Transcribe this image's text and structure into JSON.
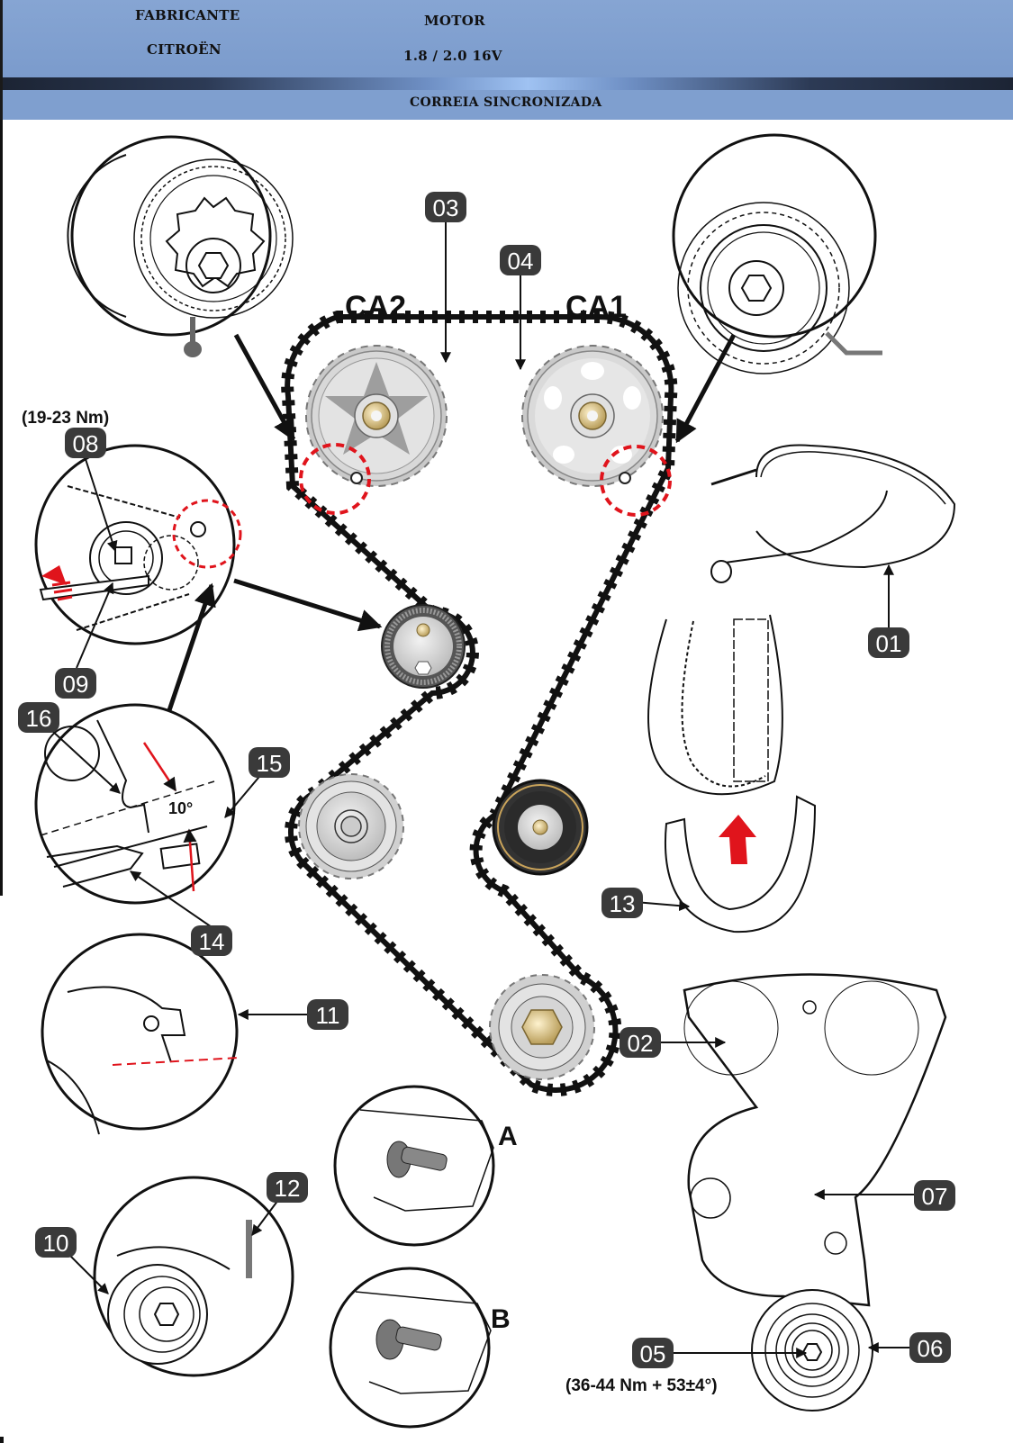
{
  "header": {
    "manufacturer_label": "FABRICANTE",
    "manufacturer_value": "CITROËN",
    "engine_label": "MOTOR",
    "engine_value": "1.8 / 2.0 16V",
    "section_title": "CORREIA SINCRONIZADA"
  },
  "diagram": {
    "sprocket_labels": {
      "camshaft_2": "CA2",
      "camshaft_1": "CA1"
    },
    "torque_specs": {
      "tensioner_nut": "(19-23 Nm)",
      "crankshaft_bolt": "(36-44 Nm + 53±4°)"
    },
    "angle_label": "10°",
    "variant_labels": {
      "a": "A",
      "b": "B"
    },
    "callouts": {
      "c01": "01",
      "c02": "02",
      "c03": "03",
      "c04": "04",
      "c05": "05",
      "c06": "06",
      "c07": "07",
      "c08": "08",
      "c09": "09",
      "c10": "10",
      "c11": "11",
      "c12": "12",
      "c13": "13",
      "c14": "14",
      "c15": "15",
      "c16": "16"
    },
    "colors": {
      "badge": "#3a3a3a",
      "marker_red": "#e0141c",
      "belt": "#111111",
      "sprocket": "#c9c9c9",
      "nut_brass": "#d9c48e",
      "header_blue": "#7f9fcf"
    }
  }
}
